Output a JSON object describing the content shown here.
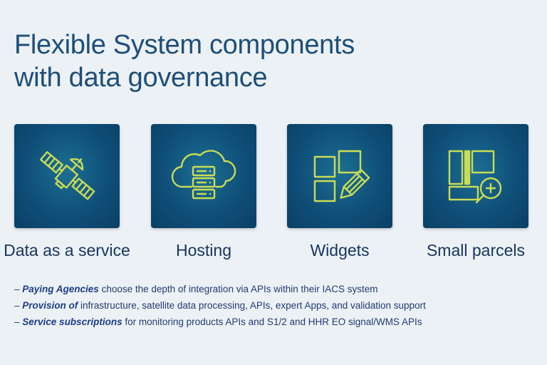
{
  "title": {
    "line1": "Flexible System components",
    "line2": "with data governance"
  },
  "colors": {
    "title": "#1f4e79",
    "tile": "#0f4f78",
    "icon_stroke": "#c9dc55",
    "background": "#ebf1f5"
  },
  "components": [
    {
      "label": "Data as a service",
      "icon": "satellite-icon"
    },
    {
      "label": "Hosting",
      "icon": "cloud-server-icon"
    },
    {
      "label": "Widgets",
      "icon": "widgets-pencil-icon"
    },
    {
      "label": "Small parcels",
      "icon": "parcels-zoom-icon"
    }
  ],
  "bullets": [
    {
      "prefix": "– ",
      "bold": "Paying Agencies",
      "text": " choose the depth of integration via APIs within their IACS system"
    },
    {
      "prefix": "– ",
      "bold": "Provision of",
      "text": " infrastructure, satellite data processing, APIs, expert Apps, and validation support"
    },
    {
      "prefix": "– ",
      "bold": "Service subscriptions",
      "text": " for monitoring products APIs and  S1/2 and HHR EO signal/WMS APIs"
    }
  ]
}
